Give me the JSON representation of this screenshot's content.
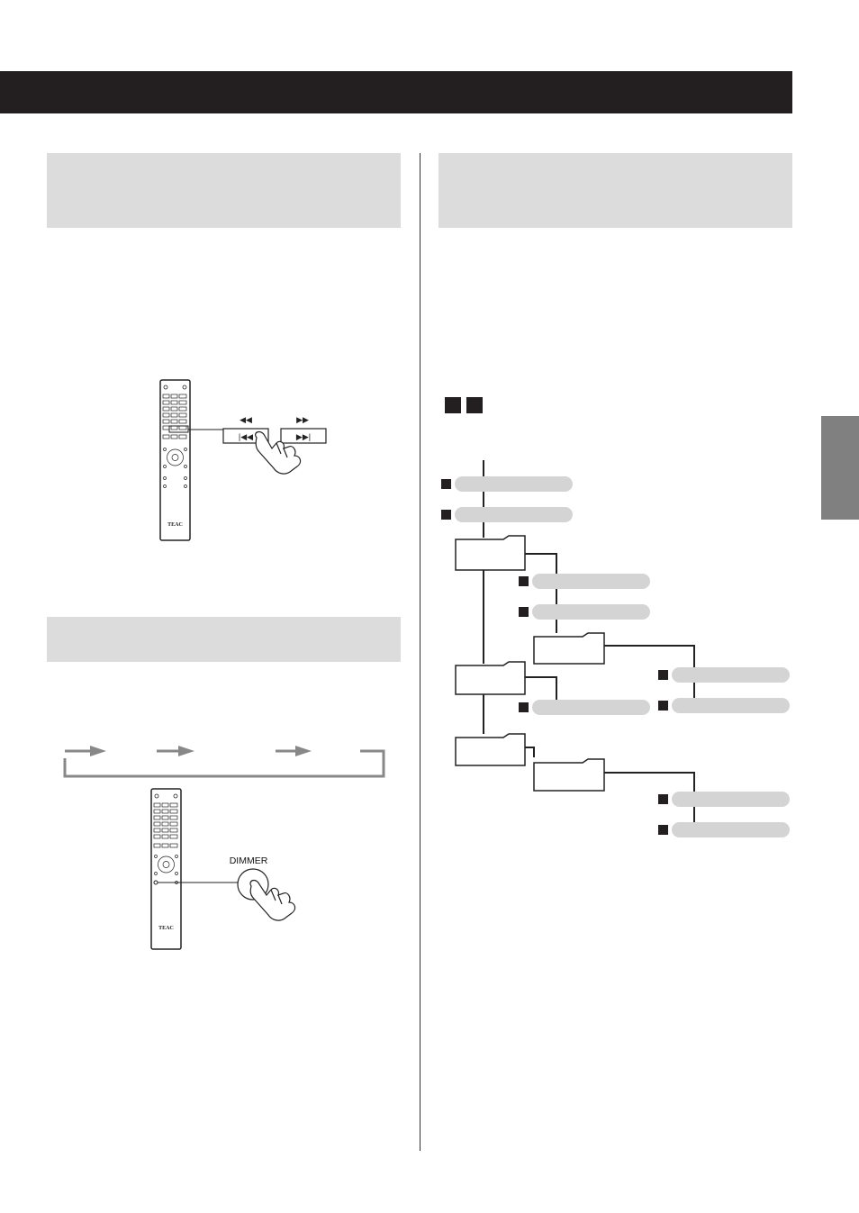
{
  "page": {
    "header_bar": "",
    "side_tab_label": ""
  },
  "remote_skip": {
    "brand": "TEAC",
    "search_back_icon": "rewind-icon",
    "search_fwd_icon": "fast-forward-icon",
    "skip_back_icon": "skip-back-icon",
    "skip_fwd_icon": "skip-forward-icon"
  },
  "remote_dimmer": {
    "brand": "TEAC",
    "dimmer_label": "DIMMER"
  },
  "colors": {
    "header": "#231f20",
    "section_box": "#dcdcdc",
    "side_tab": "#808080",
    "track_pill": "#d4d4d4"
  }
}
